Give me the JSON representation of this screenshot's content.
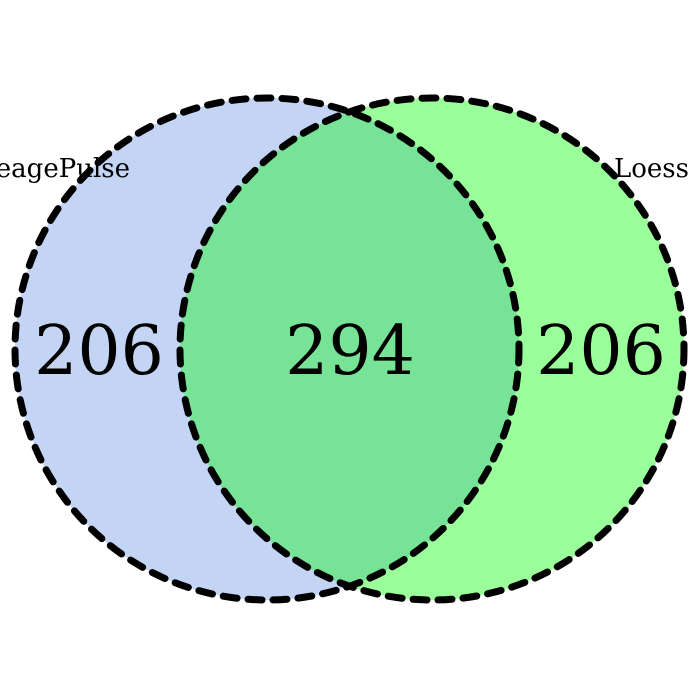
{
  "venn": {
    "sets": [
      {
        "label": "LineagePulse",
        "color": "#c3d4f5"
      },
      {
        "label": "Loess",
        "color": "#9aff9a"
      }
    ],
    "overlap_color": "#77e396",
    "outline_color": "#000000",
    "outline_style": "dashed",
    "counts": {
      "left_only": "206",
      "intersection": "294",
      "right_only": "206"
    }
  }
}
